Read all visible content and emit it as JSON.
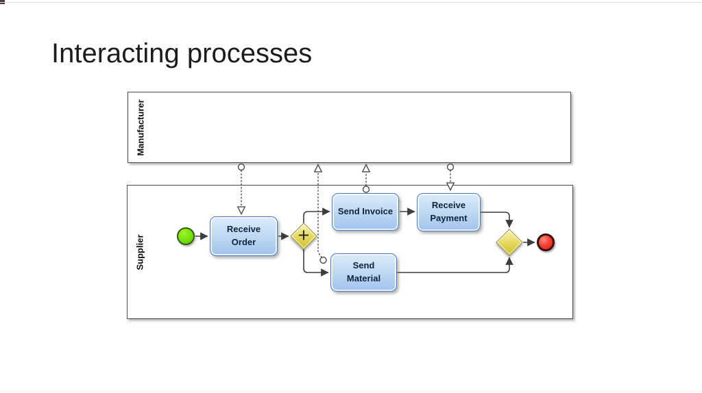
{
  "slide": {
    "title": "Interacting processes"
  },
  "diagram": {
    "pools": [
      {
        "label": "Manufacturer"
      },
      {
        "label": "Supplier"
      }
    ],
    "tasks": [
      {
        "name": "receive-order",
        "lines": [
          "Receive",
          "Order"
        ]
      },
      {
        "name": "send-invoice",
        "lines": [
          "Send Invoice"
        ]
      },
      {
        "name": "receive-payment",
        "lines": [
          "Receive",
          "Payment"
        ]
      },
      {
        "name": "send-material",
        "lines": [
          "Send",
          "Material"
        ]
      }
    ],
    "gateways": [
      {
        "name": "parallel-split-gateway",
        "marker": "+"
      },
      {
        "name": "merge-gateway",
        "marker": ""
      }
    ],
    "events": [
      {
        "name": "start-event",
        "type": "start"
      },
      {
        "name": "end-event",
        "type": "end"
      }
    ],
    "colors": {
      "task_fill_top": "#dcebfb",
      "task_fill_bottom": "#a0c3ec",
      "task_border": "#4d7dbe",
      "task_text": "#10233d",
      "gateway_fill": "#e4d75c",
      "gateway_border": "#98902c",
      "start_event_fill": "#7ae60f",
      "end_event_fill": "#de1414",
      "pool_border": "#4a4a4a",
      "flow_line": "#3d3d3d",
      "title_text": "#1c1c1c"
    }
  }
}
